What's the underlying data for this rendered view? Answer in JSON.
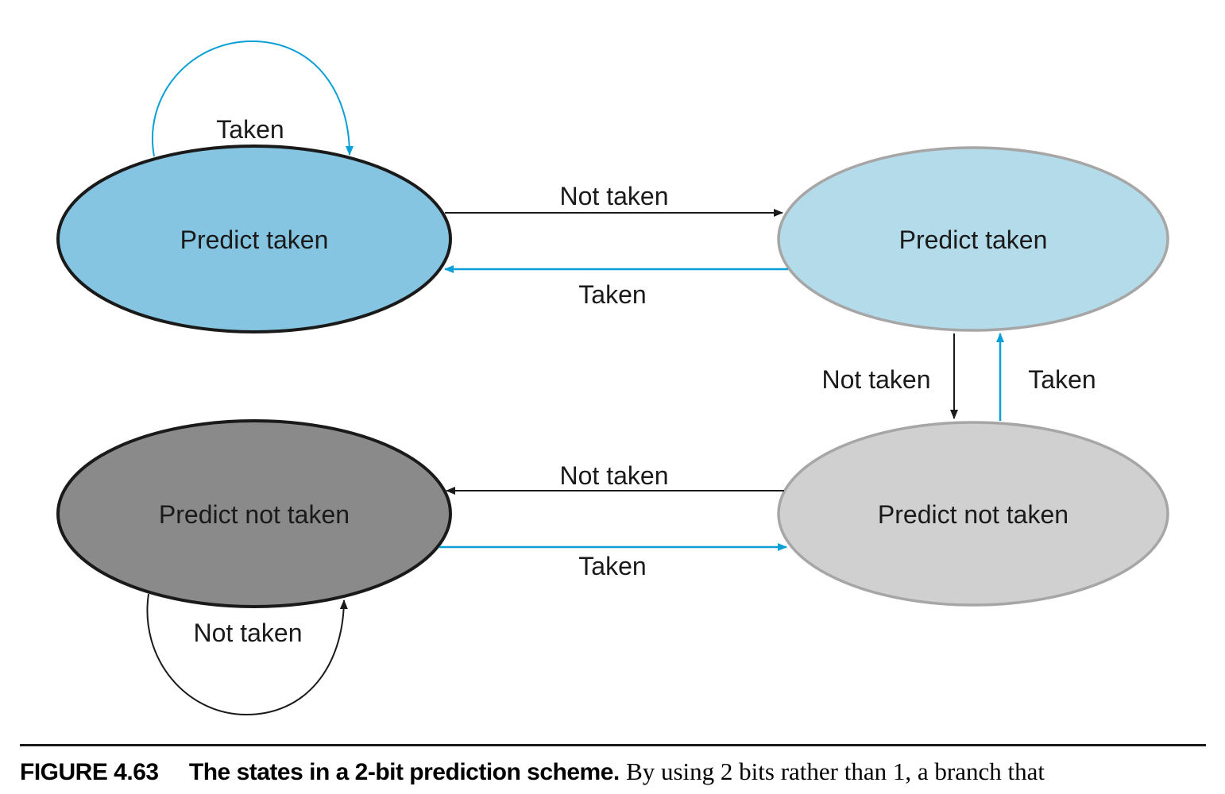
{
  "colors": {
    "taken_arrow": "#0a9fd6",
    "not_taken_arrow": "#1a1a1a",
    "strong_taken_fill": "#86c5e1",
    "weak_taken_fill": "#b4dbea",
    "strong_not_taken_fill": "#8a8a8a",
    "weak_not_taken_fill": "#d0d0d0"
  },
  "states": [
    {
      "label": "Predict taken"
    },
    {
      "label": "Predict taken"
    },
    {
      "label": "Predict not taken"
    },
    {
      "label": "Predict not taken"
    }
  ],
  "transitions": {
    "strong_taken_self": "Taken",
    "strong_taken_to_weak_taken": "Not taken",
    "weak_taken_to_strong_taken": "Taken",
    "weak_taken_to_weak_not_taken": "Not taken",
    "weak_not_taken_to_weak_taken": "Taken",
    "weak_not_taken_to_strong_not_taken": "Not taken",
    "strong_not_taken_to_weak_not_taken": "Taken",
    "strong_not_taken_self": "Not taken"
  },
  "caption": {
    "number": "FIGURE 4.63",
    "title": "The states in a 2-bit prediction scheme.",
    "body": "By using 2 bits rather than 1, a branch that"
  }
}
